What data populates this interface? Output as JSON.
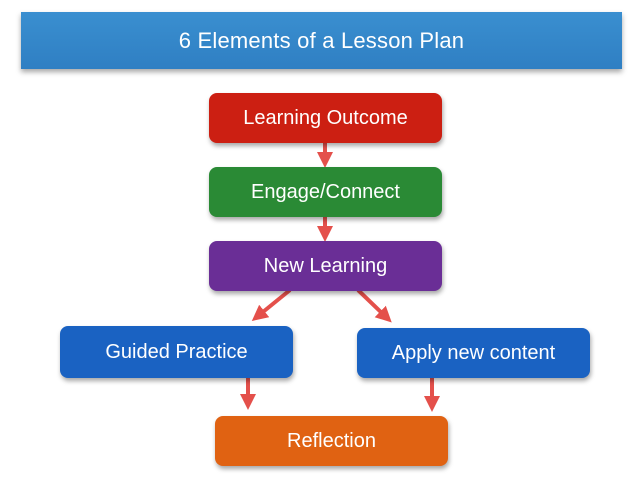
{
  "title": "6 Elements of a Lesson Plan",
  "colors": {
    "title_bar": "#3384c8",
    "arrow": "#e4504b",
    "text": "#ffffff"
  },
  "steps": [
    {
      "id": "outcome",
      "label": "Learning Outcome",
      "color": "#cc1f12"
    },
    {
      "id": "engage",
      "label": "Engage/Connect",
      "color": "#2a8a35"
    },
    {
      "id": "learning",
      "label": "New Learning",
      "color": "#6a2e96"
    },
    {
      "id": "guided",
      "label": "Guided Practice",
      "color": "#1a62c2"
    },
    {
      "id": "apply",
      "label": "Apply new content",
      "color": "#1a62c2"
    },
    {
      "id": "reflect",
      "label": "Reflection",
      "color": "#e06212"
    }
  ],
  "connections": [
    {
      "from": "Learning Outcome",
      "to": "Engage/Connect"
    },
    {
      "from": "Engage/Connect",
      "to": "New Learning"
    },
    {
      "from": "New Learning",
      "to": "Guided Practice"
    },
    {
      "from": "New Learning",
      "to": "Apply new content"
    },
    {
      "from": "Guided Practice",
      "to": "Reflection"
    },
    {
      "from": "Apply new content",
      "to": "Reflection"
    }
  ]
}
